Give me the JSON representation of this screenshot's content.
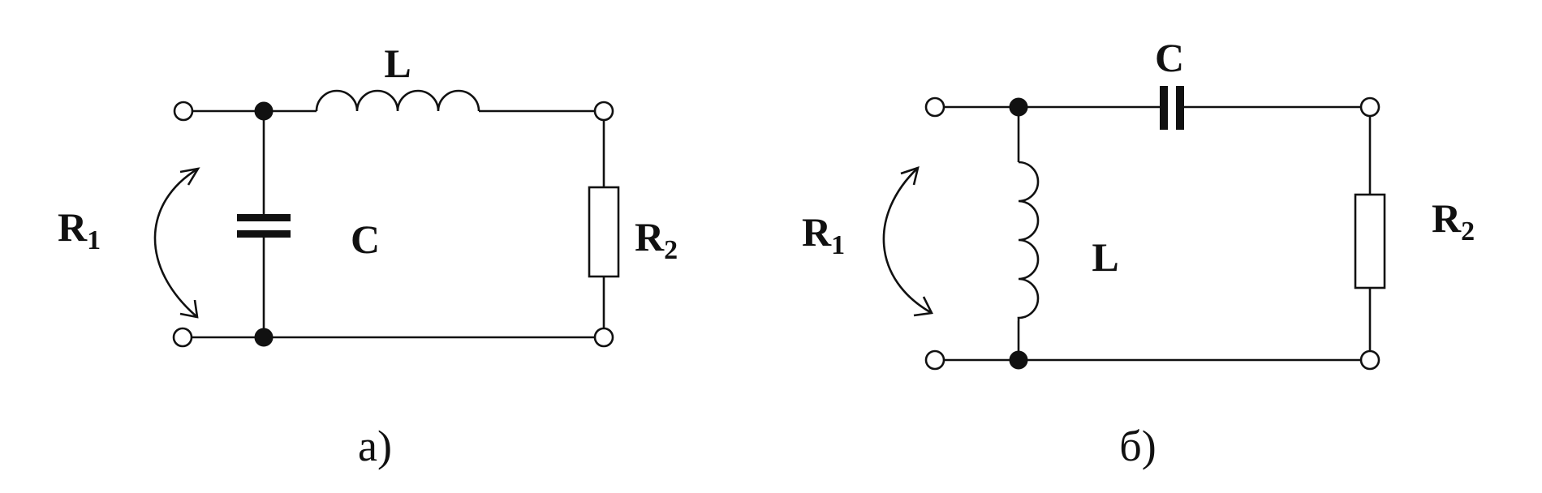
{
  "circuit_a": {
    "caption": "а)",
    "inductor_label": "L",
    "capacitor_label": "C",
    "r1_label": "R",
    "r1_sub": "1",
    "r2_label": "R",
    "r2_sub": "2"
  },
  "circuit_b": {
    "caption": "б)",
    "inductor_label": "L",
    "capacitor_label": "C",
    "r1_label": "R",
    "r1_sub": "1",
    "r2_label": "R",
    "r2_sub": "2"
  }
}
